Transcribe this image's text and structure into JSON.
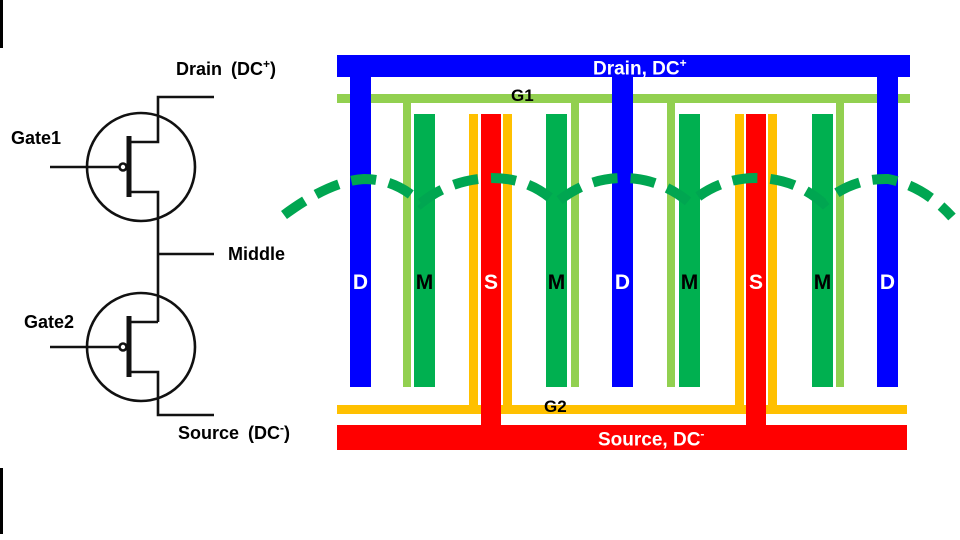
{
  "schematic": {
    "gate1_label": "Gate1",
    "gate2_label": "Gate2",
    "middle_label": "Middle",
    "drain_terminal": {
      "word": "Drain",
      "paren": "(DC",
      "sup": "+",
      "close": ")"
    },
    "source_terminal": {
      "word": "Source",
      "paren": "(DC",
      "sup": "-",
      "close": ")"
    }
  },
  "layout": {
    "drain_rail": {
      "text": "Drain, DC",
      "sup": "+"
    },
    "source_rail": {
      "text": "Source, DC",
      "sup": "-"
    },
    "gate1_rail_label": "G1",
    "gate2_rail_label": "G2",
    "electrode_columns": [
      {
        "label": "D",
        "type": "drain"
      },
      {
        "label": "M",
        "type": "middle"
      },
      {
        "label": "S",
        "type": "source"
      },
      {
        "label": "M",
        "type": "middle"
      },
      {
        "label": "D",
        "type": "drain"
      },
      {
        "label": "M",
        "type": "middle"
      },
      {
        "label": "S",
        "type": "source"
      },
      {
        "label": "M",
        "type": "middle"
      },
      {
        "label": "D",
        "type": "drain"
      }
    ],
    "colors": {
      "drain": "#0000FF",
      "middle": "#00B050",
      "source": "#FF0000",
      "gate1": "#92D050",
      "gate2": "#FFC000",
      "current_path": "#00A651"
    }
  }
}
